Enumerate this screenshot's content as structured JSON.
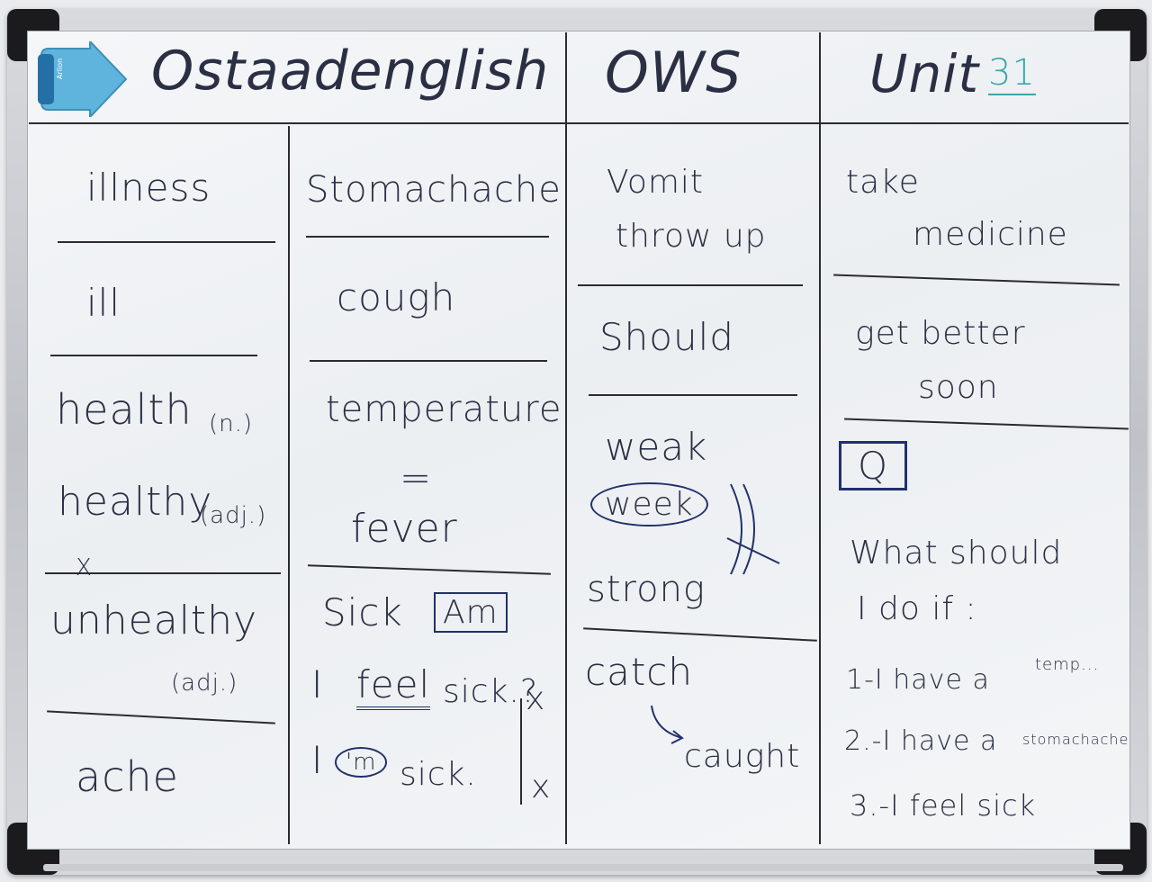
{
  "eraser_brand": "Arlion",
  "header": {
    "title": "Ostaadenglish",
    "middle": "OWS",
    "unit_label": "Unit",
    "unit_number": "31"
  },
  "col1": {
    "illness": "illness",
    "ill": "ill",
    "health": "health",
    "health_tag": "(n.)",
    "healthy": "healthy",
    "healthy_tag": "(adj.)",
    "strike_mark": "X",
    "unhealthy": "unhealthy",
    "unhealthy_tag": "(adj.)",
    "ache": "ache"
  },
  "col2": {
    "stomachache": "Stomachache",
    "cough": "cough",
    "temperature": "temperature",
    "equals": "=",
    "fever": "fever",
    "sick": "Sick",
    "am_box": "Am",
    "i": "I",
    "feel": "feel",
    "sick_q": "sick.?",
    "i2": "I",
    "m_circle": "'m",
    "sick_dot": "sick.",
    "x1": "x",
    "x2": "x"
  },
  "col3": {
    "vomit": "Vomit",
    "throw_up": "throw up",
    "should": "Should",
    "weak": "weak",
    "week": "week",
    "strong": "strong",
    "catch": "catch",
    "caught": "caught"
  },
  "col4": {
    "take": "take",
    "medicine": "medicine",
    "get_better": "get better",
    "soon": "soon",
    "q_box": "Q",
    "question_line1": "What should",
    "question_line2": "I do if :",
    "item1": "1-I have a",
    "item1_sup": "temp...",
    "item2": "2.-I have a",
    "item2_tail": "stomachache",
    "item3": "3.-I feel sick"
  }
}
